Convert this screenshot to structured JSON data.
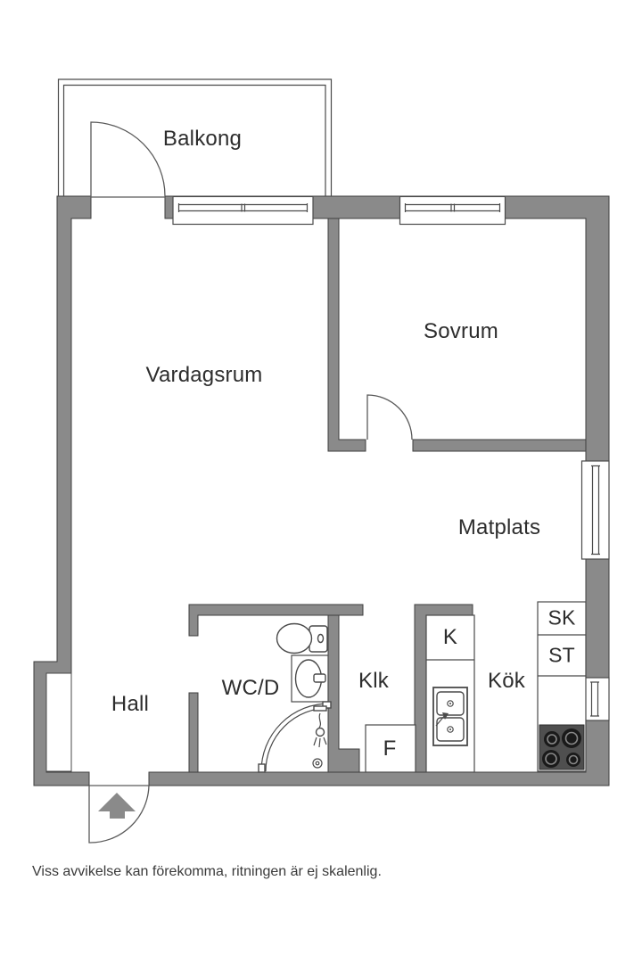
{
  "plan": {
    "rooms": {
      "balcony": {
        "label": "Balkong"
      },
      "living_room": {
        "label": "Vardagsrum"
      },
      "bedroom": {
        "label": "Sovrum"
      },
      "dining_area": {
        "label": "Matplats"
      },
      "hall": {
        "label": "Hall"
      },
      "bathroom": {
        "label": "WC/D"
      },
      "closet": {
        "label": "Klk"
      },
      "kitchen": {
        "label": "Kök"
      }
    },
    "kitchen_units": {
      "fridge": {
        "label": "K"
      },
      "freezer": {
        "label": "F"
      },
      "cabinet_sk": {
        "label": "SK"
      },
      "cabinet_st": {
        "label": "ST"
      }
    },
    "disclaimer": "Viss avvikelse kan förekomma, ritningen är ej skalenlig.",
    "colors": {
      "wall": "#8a8a8a",
      "wall_outline": "#3f3f3f",
      "line": "#4a4a4a",
      "stove_body": "#4f4f4f",
      "burner": "#1a1a1a",
      "label_text": "#2d2d2d",
      "disclaimer_text": "#3a3a3a"
    }
  }
}
